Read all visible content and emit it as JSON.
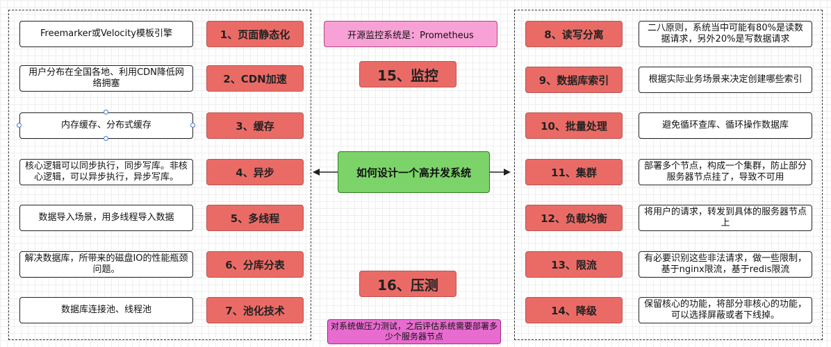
{
  "center": "如何设计一个高并发系统",
  "left": [
    {
      "tag": "1、页面静态化",
      "desc": "Freemarker或Velocity模板引擎"
    },
    {
      "tag": "2、CDN加速",
      "desc": "用户分布在全国各地、利用CDN降低网络拥塞"
    },
    {
      "tag": "3、缓存",
      "desc": "内存缓存、分布式缓存"
    },
    {
      "tag": "4、异步",
      "desc": "核心逻辑可以同步执行，同步写库。非核心逻辑，可以异步执行，异步写库。"
    },
    {
      "tag": "5、多线程",
      "desc": "数据导入场景，用多线程导入数据"
    },
    {
      "tag": "6、分库分表",
      "desc": "解决数据库，所带来的磁盘IO的性能瓶颈问题。"
    },
    {
      "tag": "7、池化技术",
      "desc": "数据库连接池、线程池"
    }
  ],
  "right": [
    {
      "tag": "8、读写分离",
      "desc": "二八原则，系统当中可能有80%是读数据请求，另外20%是写数据请求"
    },
    {
      "tag": "9、数据库索引",
      "desc": "根据实际业务场景来决定创建哪些索引"
    },
    {
      "tag": "10、批量处理",
      "desc": "避免循环查库、循环操作数据库"
    },
    {
      "tag": "11、集群",
      "desc": "部署多个节点，构成一个集群，防止部分服务器节点挂了，导致不可用"
    },
    {
      "tag": "12、负载均衡",
      "desc": "将用户的请求，转发到具体的服务器节点上"
    },
    {
      "tag": "13、限流",
      "desc": "有必要识别这些非法请求，做一些限制，基于nginx限流，基于redis限流"
    },
    {
      "tag": "14、降级",
      "desc": "保留核心的功能，将部分非核心的功能，可以选择屏蔽或者下线掉。"
    }
  ],
  "monitor": {
    "note": "开源监控系统是：Prometheus",
    "tag": "15、监控"
  },
  "stress": {
    "tag": "16、压测",
    "note": "对系统做压力测试，之后评估系统需要部署多少个服务器节点"
  }
}
